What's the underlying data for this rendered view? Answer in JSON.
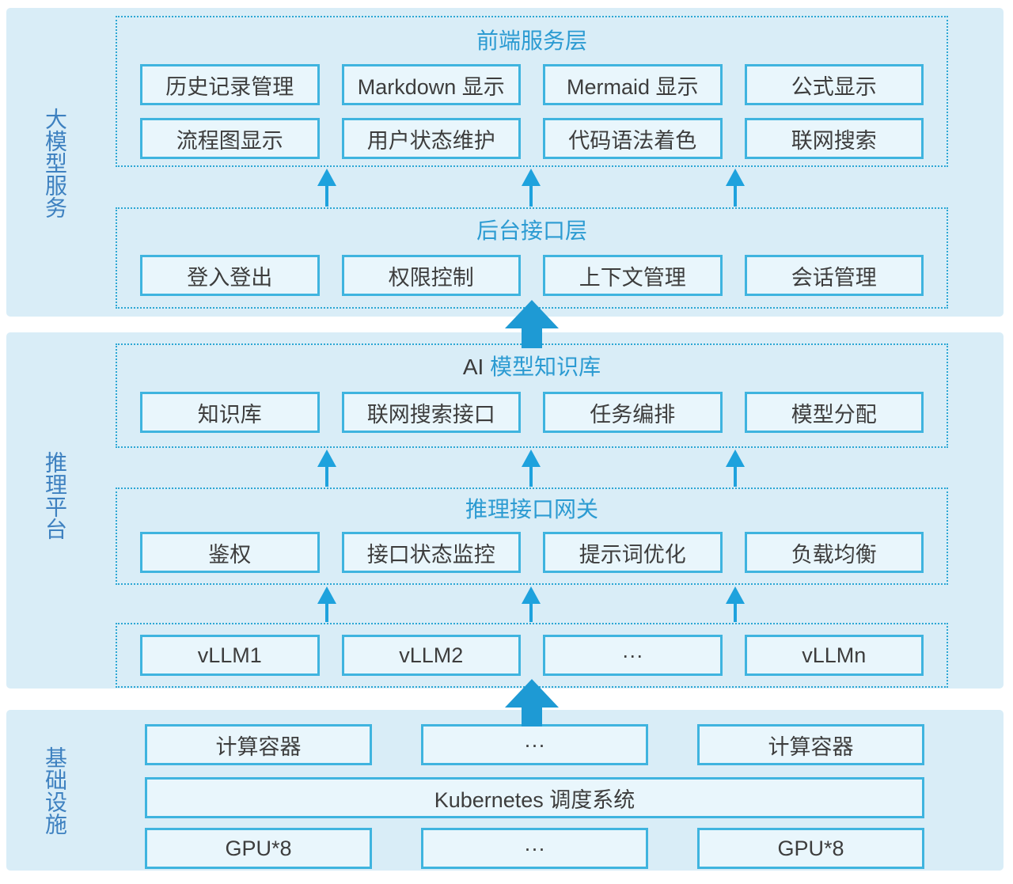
{
  "colors": {
    "section_bg": "#d9edf7",
    "node_fill": "#e9f6fc",
    "node_border": "#3fb4df",
    "dashed_border": "#2da7d4",
    "group_title_text": "#2c9bd2",
    "side_label_text": "#3e81c0",
    "node_text": "#3d3d3d",
    "small_arrow": "#1ea2dd",
    "big_arrow": "#1e9ad4"
  },
  "sections": [
    {
      "side_label": "大模型服务",
      "groups": [
        {
          "title": "前端服务层",
          "rows": [
            [
              "历史记录管理",
              "Markdown 显示",
              "Mermaid 显示",
              "公式显示"
            ],
            [
              "流程图显示",
              "用户状态维护",
              "代码语法着色",
              "联网搜索"
            ]
          ]
        },
        {
          "title": "后台接口层",
          "rows": [
            [
              "登入登出",
              "权限控制",
              "上下文管理",
              "会话管理"
            ]
          ]
        }
      ]
    },
    {
      "side_label": "推理平台",
      "groups": [
        {
          "title_prefix": "AI ",
          "title": "模型知识库",
          "rows": [
            [
              "知识库",
              "联网搜索接口",
              "任务编排",
              "模型分配"
            ]
          ]
        },
        {
          "title": "推理接口网关",
          "rows": [
            [
              "鉴权",
              "接口状态监控",
              "提示词优化",
              "负载均衡"
            ]
          ]
        },
        {
          "title": "",
          "rows": [
            [
              "vLLM1",
              "vLLM2",
              "···",
              "vLLMn"
            ]
          ]
        }
      ]
    },
    {
      "side_label": "基础设施",
      "rows": [
        [
          "计算容器",
          "···",
          "计算容器"
        ],
        [
          "Kubernetes 调度系统"
        ],
        [
          "GPU*8",
          "···",
          "GPU*8"
        ]
      ]
    }
  ]
}
